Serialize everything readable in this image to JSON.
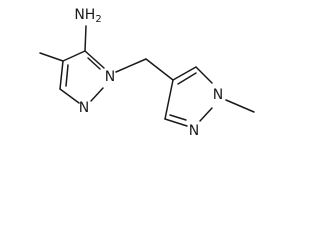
{
  "molecule": {
    "atoms": {
      "nh2": "NH2",
      "n1": "N",
      "n2": "N",
      "n1b": "N",
      "n2b": "N"
    },
    "nh2_parts": {
      "main": "NH",
      "subscript": "2"
    }
  }
}
